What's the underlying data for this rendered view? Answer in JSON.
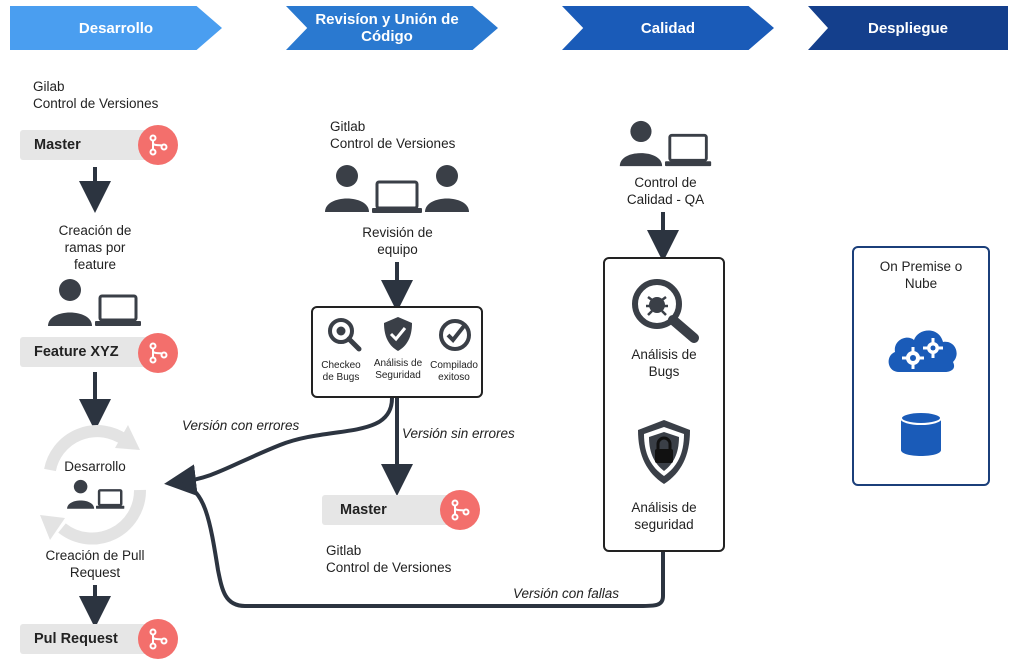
{
  "colors": {
    "stage1": "#4a9ef0",
    "stage2": "#2a79d0",
    "stage3": "#1a5bb8",
    "stage4": "#143f8c",
    "git_badge": "#f36f6c",
    "pill_bg": "#e6e6e6",
    "arrow": "#2c3440",
    "deploy_border": "#1b3f7a",
    "cloud": "#1a5bb8"
  },
  "stages": [
    {
      "label": "Desarrollo"
    },
    {
      "label": "Revisíon y Unión de Código"
    },
    {
      "label": "Calidad"
    },
    {
      "label": "Despliegue"
    }
  ],
  "dev": {
    "gitlab_text": "Gilab\nControl de Versiones",
    "master_label": "Master",
    "branch_text": "Creación de\nramas por\nfeature",
    "feature_label": "Feature XYZ",
    "cycle_label": "Desarrollo",
    "pr_text": "Creación de Pull\nRequest",
    "pr_label": "Pul Request"
  },
  "review": {
    "gitlab_text": "Gitlab\nControl de Versiones",
    "team_text": "Revisión de\nequipo",
    "checks": [
      {
        "label": "Checkeo\nde Bugs",
        "icon": "bug-search-icon"
      },
      {
        "label": "Análisis de\nSeguridad",
        "icon": "shield-check-icon"
      },
      {
        "label": "Compilado\nexitoso",
        "icon": "check-circle-icon"
      }
    ],
    "with_errors": "Versión con errores",
    "without_errors": "Versión sin errores",
    "master_label": "Master",
    "gitlab_text_bottom": "Gitlab\nControl de Versiones"
  },
  "quality": {
    "qa_text": "Control de\nCalidad - QA",
    "bugs_label": "Análisis de\nBugs",
    "security_label": "Análisis de\nseguridad",
    "with_failures": "Versión con fallas"
  },
  "deploy": {
    "label": "On Premise o\nNube",
    "icons": [
      "cloud-gears-icon",
      "database-icon"
    ]
  }
}
